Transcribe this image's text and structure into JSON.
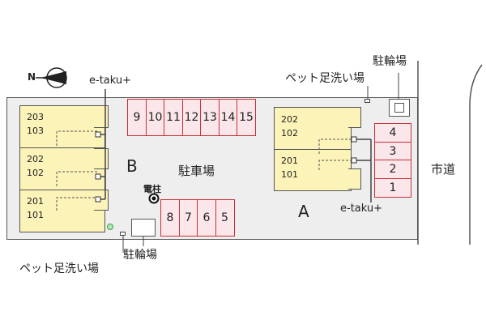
{
  "compass": {
    "label": "N"
  },
  "labels": {
    "etaku_left": "e-taku+",
    "etaku_right": "e-taku+",
    "pet_top": "ペット足洗い場",
    "pet_bottom": "ペット足洗い場",
    "bike_top": "駐輪場",
    "bike_bottom": "駐輪場",
    "parking": "駐車場",
    "pole": "電柱",
    "road": "市道",
    "building_b": "B",
    "building_a": "A"
  },
  "building_b_units": [
    {
      "upper": "203",
      "lower": "103"
    },
    {
      "upper": "202",
      "lower": "102"
    },
    {
      "upper": "201",
      "lower": "101"
    }
  ],
  "building_a_units": [
    {
      "upper": "202",
      "lower": "102"
    },
    {
      "upper": "201",
      "lower": "101"
    }
  ],
  "parking_top": [
    "9",
    "10",
    "11",
    "12",
    "13",
    "14",
    "15"
  ],
  "parking_bottom": [
    "8",
    "7",
    "6",
    "5"
  ],
  "parking_right": [
    "4",
    "3",
    "2",
    "1"
  ],
  "colors": {
    "building": "#fbf3b8",
    "parking_fill": "#fbe6ea",
    "parking_border": "#c8303c",
    "site": "#eeeeee"
  }
}
